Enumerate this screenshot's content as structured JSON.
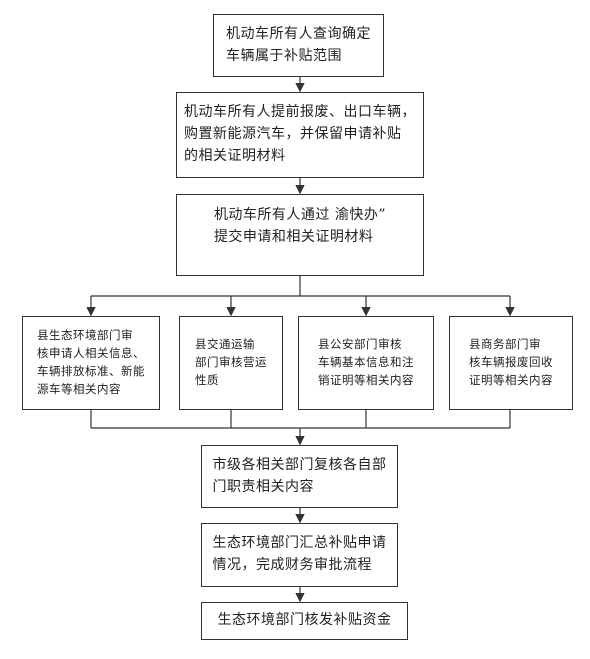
{
  "steps": {
    "s1": "机动车所有人查询确定\n车辆属于补贴范围",
    "s2": "机动车所有人提前报废、出口车辆，\n购置新能源汽车，并保留申请补贴\n的相关证明材料",
    "s3": "机动车所有人通过 渝快办”\n提交申请和相关证明材料",
    "d1": "县生态环境部门审\n核申请人相关信息、\n车辆排放标准、新能\n源车等相关内容",
    "d2": "县交通运输\n部门审核营运\n性质",
    "d3": "县公安部门审核\n车辆基本信息和注\n销证明等相关内容",
    "d4": "县商务部门审\n核车辆报废回收\n证明等相关内容",
    "s4": "市级各相关部门复核各自部\n门职责相关内容",
    "s5": "生态环境部门汇总补贴申请\n情况，完成财务审批流程",
    "s6": "生态环境部门核发补贴资金"
  },
  "colors": {
    "line": "#333333",
    "border": "#333333"
  }
}
